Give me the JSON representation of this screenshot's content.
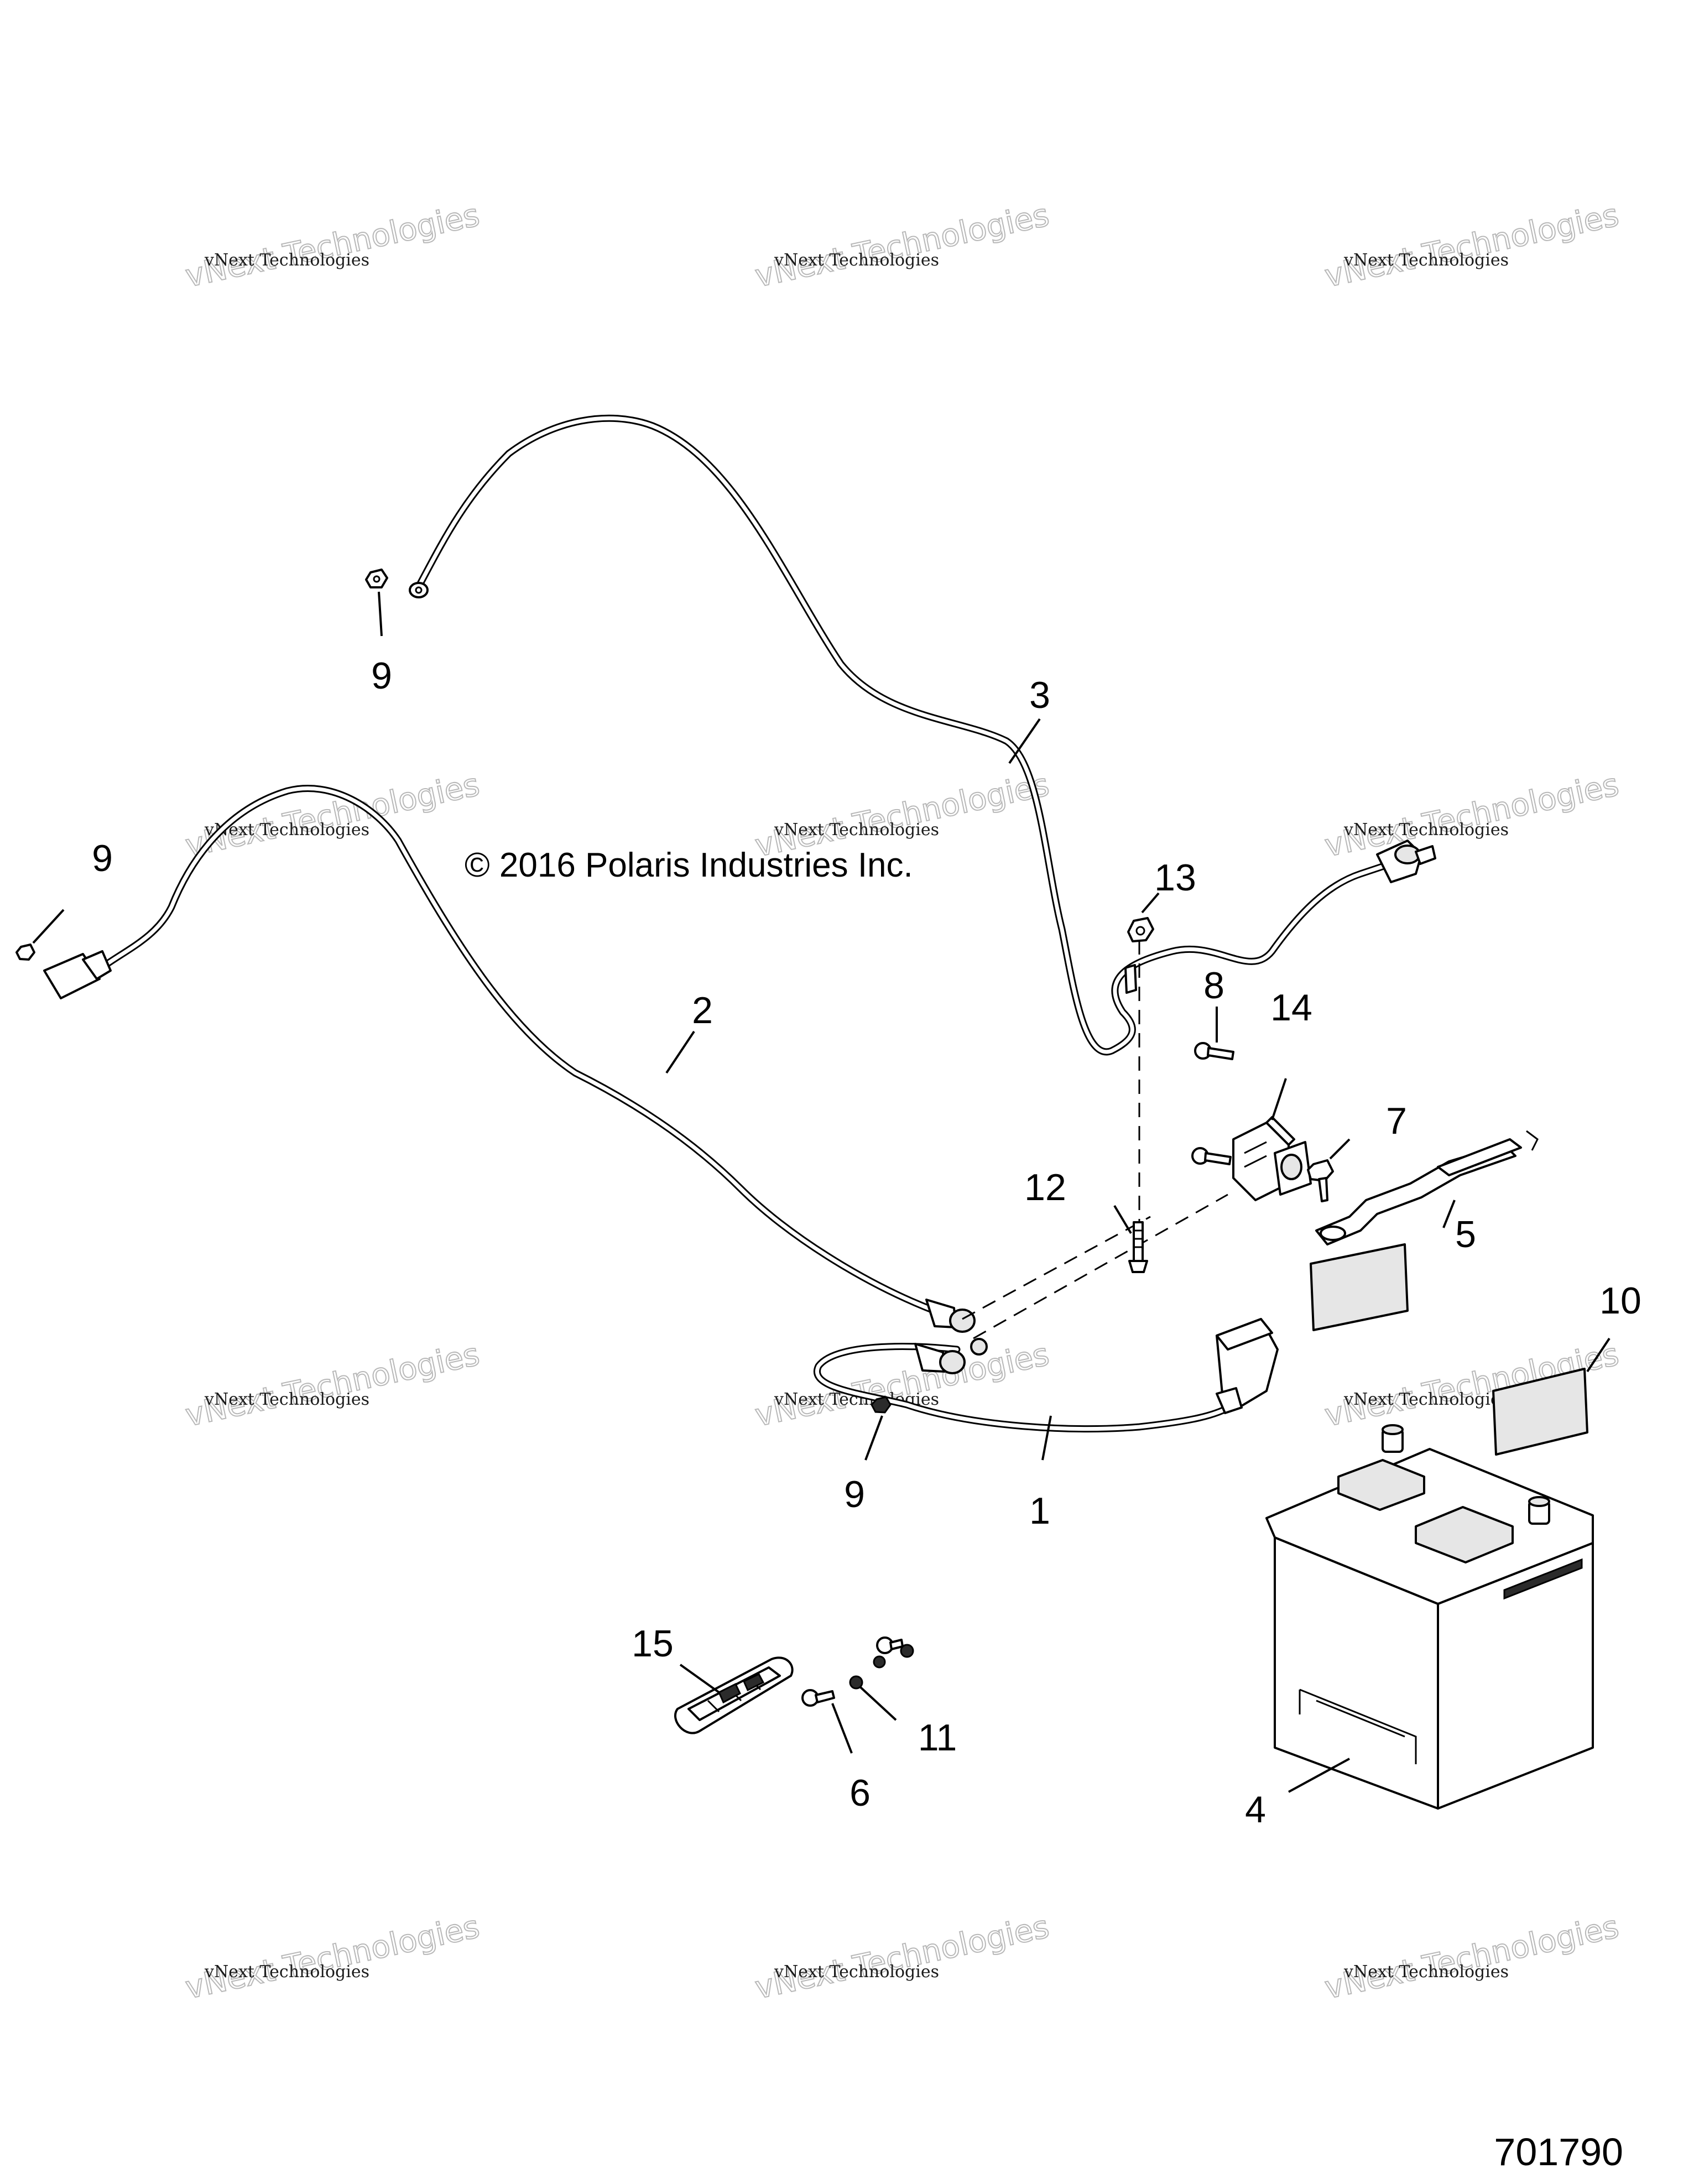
{
  "copyright": "© 2016 Polaris Industries Inc.",
  "figure_number": "701790",
  "watermark": {
    "line1": "vNext Technologies",
    "line2": "vNext Technologies"
  },
  "callouts": [
    {
      "id": "c1",
      "label": "1"
    },
    {
      "id": "c2",
      "label": "2"
    },
    {
      "id": "c3",
      "label": "3"
    },
    {
      "id": "c4",
      "label": "4"
    },
    {
      "id": "c5",
      "label": "5"
    },
    {
      "id": "c6",
      "label": "6"
    },
    {
      "id": "c7",
      "label": "7"
    },
    {
      "id": "c8",
      "label": "8"
    },
    {
      "id": "c9a",
      "label": "9"
    },
    {
      "id": "c9b",
      "label": "9"
    },
    {
      "id": "c9c",
      "label": "9"
    },
    {
      "id": "c10",
      "label": "10"
    },
    {
      "id": "c11",
      "label": "11"
    },
    {
      "id": "c12",
      "label": "12"
    },
    {
      "id": "c13",
      "label": "13"
    },
    {
      "id": "c14",
      "label": "14"
    },
    {
      "id": "c15",
      "label": "15"
    }
  ]
}
